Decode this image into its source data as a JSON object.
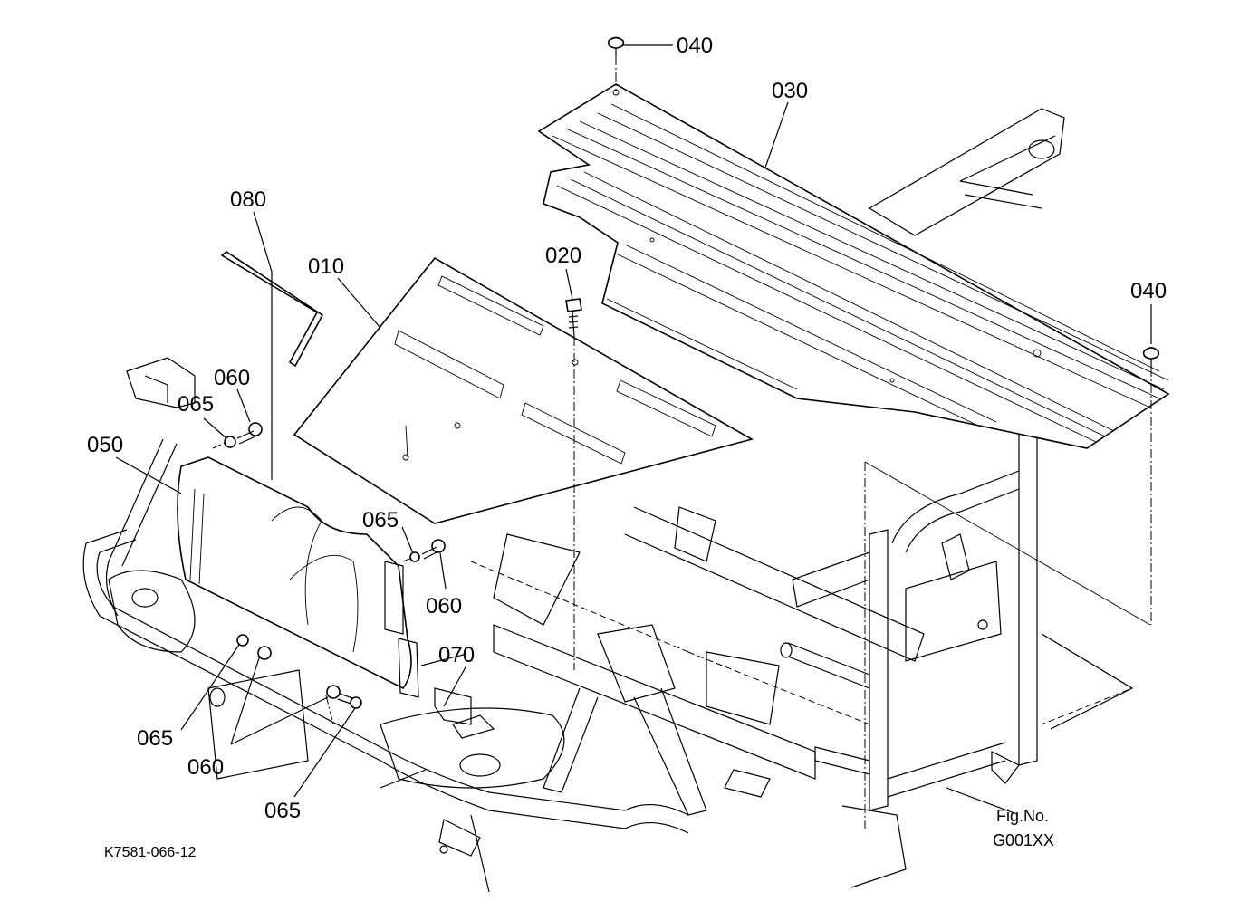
{
  "diagram": {
    "callouts": {
      "p010": "010",
      "p020": "020",
      "p030": "030",
      "p040_top": "040",
      "p040_right": "040",
      "p050": "050",
      "p060_a": "060",
      "p060_b": "060",
      "p060_c": "060",
      "p065_a": "065",
      "p065_b": "065",
      "p065_c": "065",
      "p065_d": "065",
      "p070": "070",
      "p080": "080"
    },
    "drawing_code": "K7581-066-12",
    "fig_no_label": "Fig.No.",
    "fig_no_value": "G001XX"
  }
}
